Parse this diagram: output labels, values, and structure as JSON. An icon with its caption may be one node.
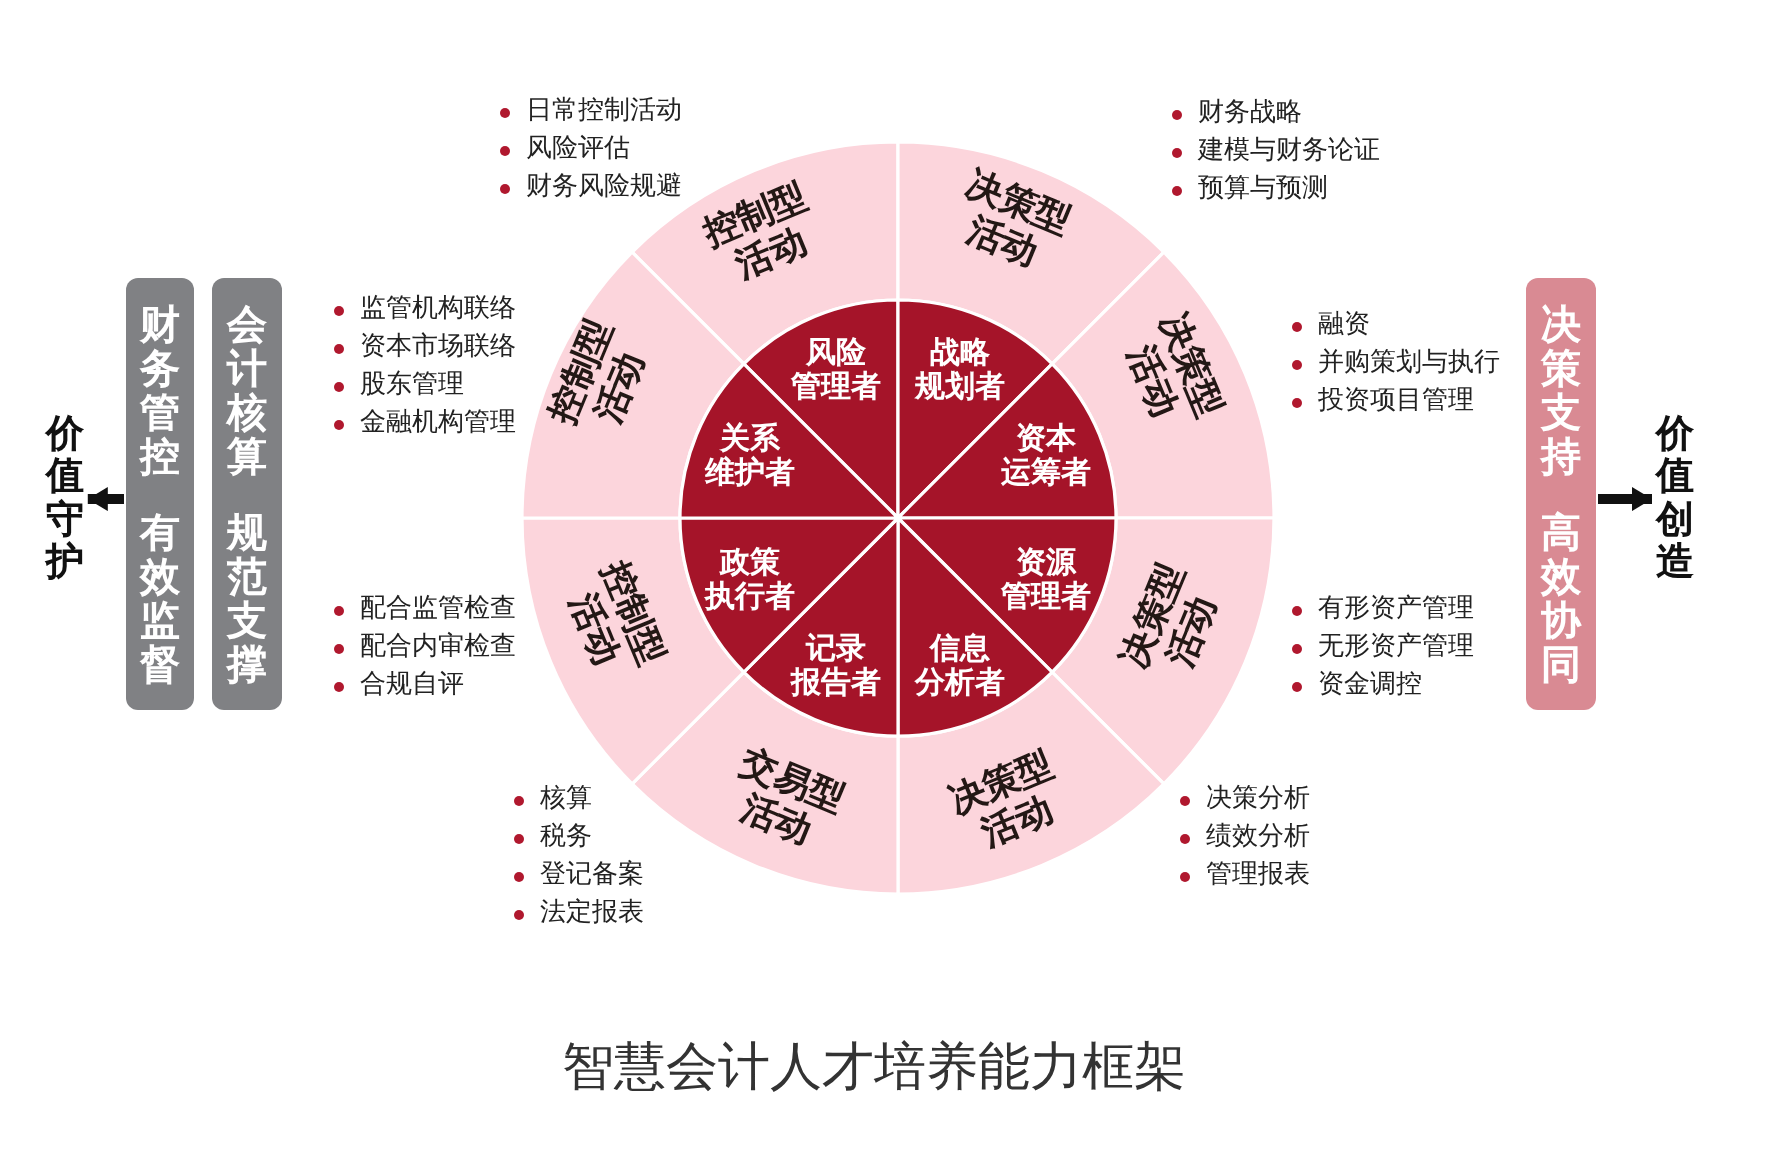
{
  "diagram": {
    "title": "智慧会计人才培养能力框架",
    "nodes": [
      {
        "text": [
          "价值守护"
        ]
      },
      {
        "text": [
          "财务管控",
          "有效监督"
        ]
      },
      {
        "text": [
          "会计核算",
          "规范支撑"
        ]
      },
      {
        "text": [
          "控制型活动"
        ],
        "beside": [
          "日常控制活动",
          "风险评估",
          "财务风险规避"
        ]
      },
      {
        "text": [
          "决策型活动"
        ],
        "beside": [
          "财务战略",
          "建模与财务论证",
          "预算与预测"
        ]
      },
      {
        "text": [
          "决策型活动"
        ],
        "beside": [
          "融资",
          "并购策划与执行",
          "投资项目管理"
        ]
      },
      {
        "text": [
          "决策型活动"
        ],
        "beside": [
          "有形资产管理",
          "无形资产管理",
          "资金调控"
        ]
      },
      {
        "text": [
          "决策型活动"
        ],
        "beside": [
          "决策分析",
          "绩效分析",
          "管理报表"
        ]
      },
      {
        "text": [
          "交易型活动"
        ],
        "beside": [
          "核算",
          "税务",
          "登记备案",
          "法定报表"
        ]
      },
      {
        "text": [
          "控制型活动"
        ],
        "beside": [
          "配合监管检查",
          "配合内审检查",
          "合规自评"
        ]
      },
      {
        "text": [
          "控制型活动"
        ],
        "beside": [
          "监管机构联络",
          "资本市场联络",
          "股东管理",
          "金融机构管理"
        ]
      },
      {
        "text": [
          "风险管理者"
        ]
      },
      {
        "text": [
          "战略规划者"
        ]
      },
      {
        "text": [
          "资本运筹者"
        ]
      },
      {
        "text": [
          "资源管理者"
        ]
      },
      {
        "text": [
          "信息分析者"
        ]
      },
      {
        "text": [
          "记录报告者"
        ]
      },
      {
        "text": [
          "政策执行者"
        ]
      },
      {
        "text": [
          "关系维护者"
        ]
      },
      {
        "text": [
          "决策支持",
          "高效协同"
        ]
      },
      {
        "text": [
          "价值创造"
        ]
      }
    ],
    "edges": [
      {
        "from": 1,
        "to": 0,
        "arrow": "to"
      },
      {
        "from": 19,
        "to": 20,
        "arrow": "to"
      }
    ]
  }
}
